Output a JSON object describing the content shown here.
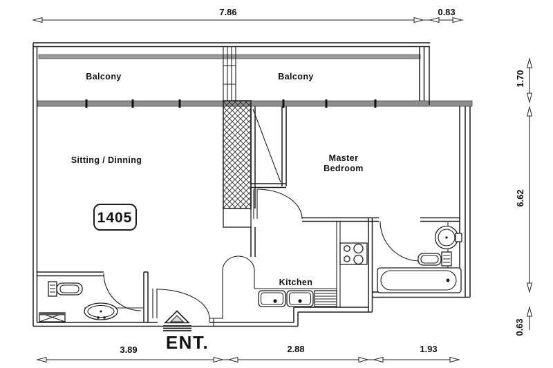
{
  "floor_plan": {
    "unit_number": "1405",
    "entrance_label": "ENT.",
    "rooms": {
      "balcony_left": "Balcony",
      "balcony_right": "Balcony",
      "sitting_dining": "Sitting / Dinning",
      "master_bedroom_line1": "Master",
      "master_bedroom_line2": "Bedroom",
      "kitchen": "Kitchen"
    },
    "dims": {
      "top_main": "7.86",
      "top_extension": "0.83",
      "right_top": "1.70",
      "right_middle": "6.62",
      "right_bottom": "0.63",
      "bottom_left": "3.89",
      "bottom_middle": "2.88",
      "bottom_right": "1.93"
    },
    "colors": {
      "line": "#1c1c1c",
      "window_band": "#8e8e8e",
      "balcony_rail": "#9a9a9a",
      "background": "#ffffff"
    }
  }
}
